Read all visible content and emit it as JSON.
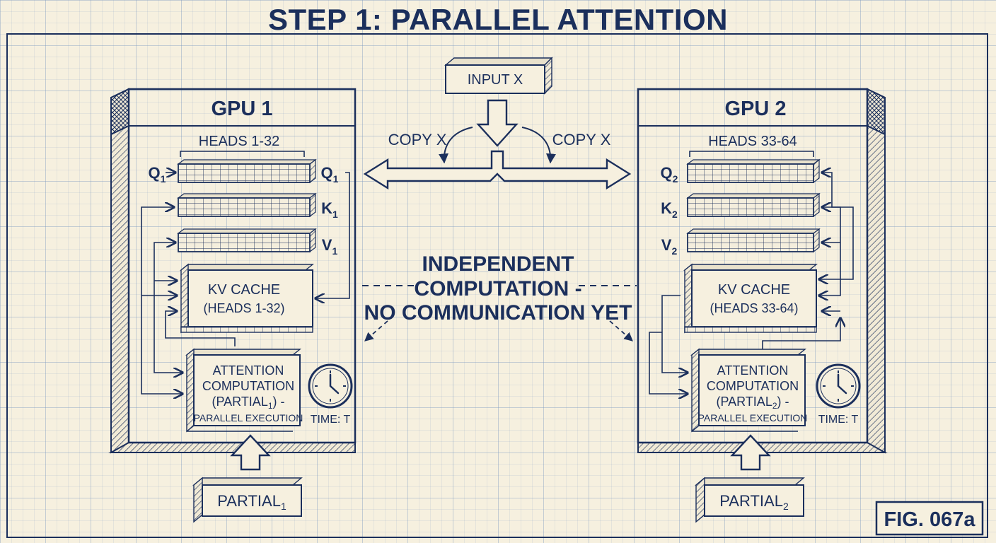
{
  "title": "STEP 1: PARALLEL ATTENTION",
  "input_label": "INPUT X",
  "copy_left": "COPY X",
  "copy_right": "COPY X",
  "center_note": {
    "line1": "INDEPENDENT",
    "line2": "COMPUTATION -",
    "line3": "NO COMMUNICATION YET"
  },
  "gpu1": {
    "title": "GPU 1",
    "heads": "HEADS 1-32",
    "q": "Q",
    "k": "K",
    "v": "V",
    "sub": "1",
    "kv_cache_line1": "KV CACHE",
    "kv_cache_line2": "(HEADS 1-32)",
    "attn_line1": "ATTENTION",
    "attn_line2": "COMPUTATION",
    "attn_line3_pre": "(PARTIAL",
    "attn_line3_post": ") -",
    "attn_line4": "PARALLEL EXECUTION",
    "time": "TIME: T",
    "partial": "PARTIAL"
  },
  "gpu2": {
    "title": "GPU 2",
    "heads": "HEADS 33-64",
    "q": "Q",
    "k": "K",
    "v": "V",
    "sub": "2",
    "kv_cache_line1": "KV CACHE",
    "kv_cache_line2": "(HEADS 33-64)",
    "attn_line1": "ATTENTION",
    "attn_line2": "COMPUTATION",
    "attn_line3_pre": "(PARTIAL",
    "attn_line3_post": ") -",
    "attn_line4": "PARALLEL EXECUTION",
    "time": "TIME: T",
    "partial": "PARTIAL"
  },
  "figure_label": "FIG. 067a",
  "colors": {
    "ink": "#1b2f5c",
    "paper": "#f6f0df",
    "grid": "#7896be",
    "shade": "#e8e1cc"
  }
}
